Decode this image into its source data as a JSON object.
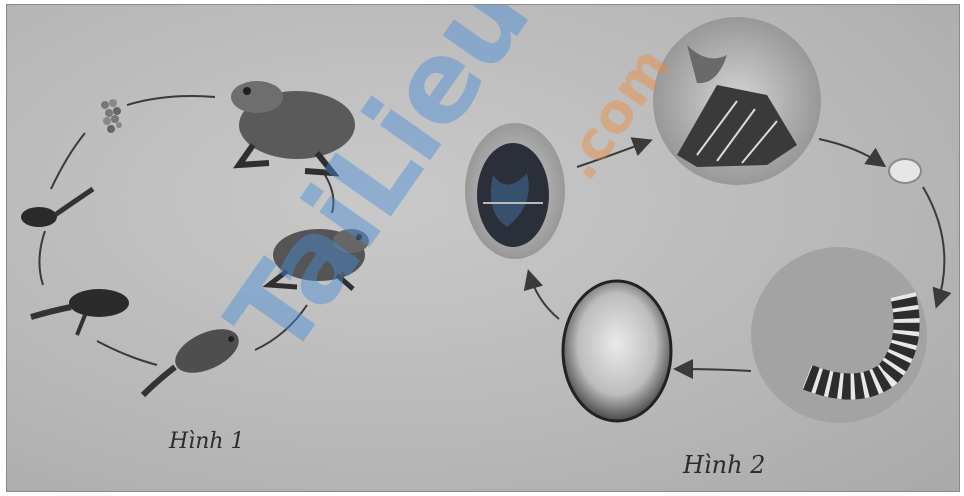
{
  "figure1": {
    "caption": "Hình 1"
  },
  "figure2": {
    "caption": "Hình 2"
  },
  "watermark": {
    "text": "TaiLieu",
    "suffix": ".com"
  }
}
